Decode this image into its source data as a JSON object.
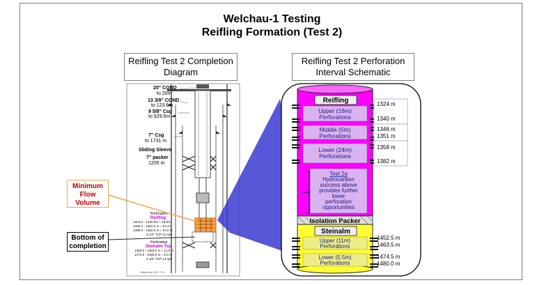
{
  "title": {
    "line1": "Welchau-1 Testing",
    "line2": "Reifling Formation (Test 2)"
  },
  "left_caption": {
    "line1": "Reifling Test 2 Completion",
    "line2": "Diagram"
  },
  "right_caption": {
    "line1": "Reifling Test 2 Perforation",
    "line2": "Interval Schematic"
  },
  "completion_labels": {
    "cond20": {
      "a": "20\" COND",
      "b": "to 20m"
    },
    "cond13": {
      "a": "13 3/8\" COND",
      "b": "to 123.6m"
    },
    "csg95": {
      "a": "9 5/8\" Csg",
      "b": "to 929.5m"
    },
    "csg7": {
      "a": "7\" Csg",
      "b": "to 1731 m"
    },
    "sliding": "Sliding Sleeve",
    "packer": {
      "a": "7\" packer",
      "b": "1205 m"
    },
    "perf1": {
      "head": "Perforation",
      "name": "Reifling",
      "l1": "1324.0 - 1340.0m = 16.0m",
      "l2": "1346.0 - 1351.0 m = 5.0 m",
      "l3": "1358.0 - 1382.0 m = 24.0 m",
      "l4": "4 1/2\" TCP 12 spf"
    },
    "perf2": {
      "head": "Perforation",
      "name": "Steinalm Top",
      "l1": "1452.5 - 1463.5 m = 11.0 m",
      "l2": "1474.5 - 1480.0 m = 5.5 m",
      "l3": "4 1/2\" TCP 12 spf"
    },
    "footer": "Tdfootnote       MD / TVt"
  },
  "callouts": {
    "min_flow": {
      "l1": "Minimum",
      "l2": "Flow",
      "l3": "Volume"
    },
    "bottom": {
      "l1": "Bottom of",
      "l2": "completion"
    }
  },
  "schematic": {
    "reifling": "Reifling",
    "upper": {
      "l1": "Upper (16m)",
      "l2": "Perforations"
    },
    "middle": {
      "l1": "Middle (5m)",
      "l2": "Perforations"
    },
    "lower": {
      "l1": "Lower (24m)",
      "l2": "Perforations"
    },
    "test2a": {
      "l1": "Test 2a",
      "l2": "Hydrocarbon",
      "l3": "success above",
      "l4": "provides further",
      "l5": "lower",
      "l6": "perforation",
      "l7": "opportunities"
    },
    "isolation": "Isolation Packer",
    "steinalm": "Steinalm",
    "st_upper": {
      "l1": "Upper (11m)",
      "l2": "Perforations"
    },
    "st_lower": {
      "l1": "Lower (5.5m)",
      "l2": "Perforations"
    },
    "depths": {
      "d1": "1324 m",
      "d2": "1340 m",
      "d3": "1346 m",
      "d4": "1351 m",
      "d5": "1358 m",
      "d6": "1382 m",
      "d7": "1452.5 m",
      "d8": "1463.5 m",
      "d9": "1474.5 m",
      "d10": "1480.0 m"
    }
  },
  "colors": {
    "magenta": "#ff00ff",
    "lavender": "#d9b3f0",
    "yellow": "#ffff33",
    "orange": "#f7a24a",
    "blue": "#3333cc",
    "red_text": "#c00000"
  }
}
